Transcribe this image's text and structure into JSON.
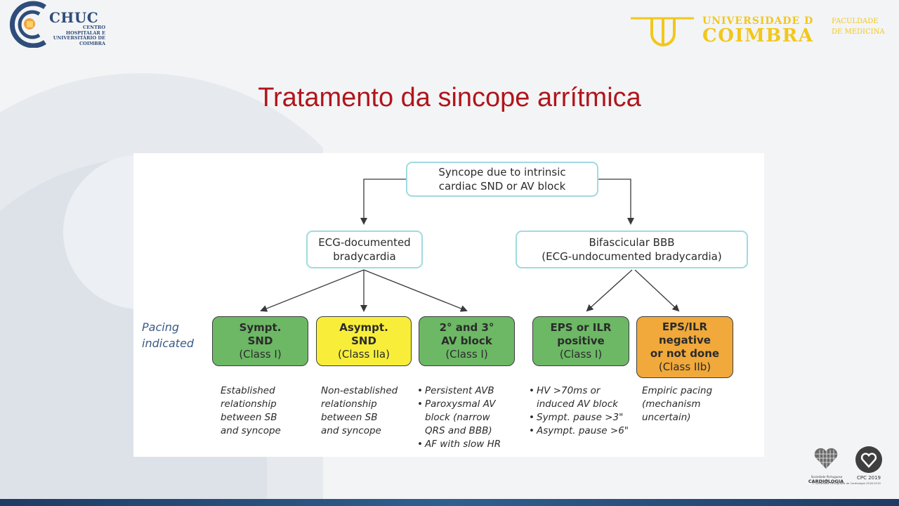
{
  "header": {
    "chuc": {
      "name": "CHUC",
      "sub": "CENTRO HOSPITALAR E UNIVERSITÁRIO DE COIMBRA"
    },
    "uc": {
      "name_line1": "UNIVERSIDADE D",
      "name_line2": "COIMBRA",
      "faculty": "FACULDADE DE MEDICINA"
    }
  },
  "slide": {
    "title": "Tratamento da sincope arrítmica"
  },
  "flowchart": {
    "root": {
      "line1": "Syncope due to intrinsic",
      "line2": "cardiac SND or AV block"
    },
    "branch_left": {
      "line1": "ECG-documented",
      "line2": "bradycardia"
    },
    "branch_right": {
      "line1": "Bifascicular BBB",
      "line2": "(ECG-undocumented bradycardia)"
    },
    "pacing_label": {
      "line1": "Pacing",
      "line2": "indicated"
    },
    "leaves": [
      {
        "line1": "Sympt.",
        "line2": "SND",
        "line3": "(Class I)",
        "color": "#6cb865"
      },
      {
        "line1": "Asympt.",
        "line2": "SND",
        "line3": "(Class IIa)",
        "color": "#f8ee3a"
      },
      {
        "line1": "2° and 3°",
        "line2": "AV block",
        "line3": "(Class I)",
        "color": "#6cb865"
      },
      {
        "line1": "EPS or ILR",
        "line2": "positive",
        "line3": "(Class I)",
        "color": "#6cb865"
      },
      {
        "line1": "EPS/ILR",
        "line2": "negative",
        "line3": "or not done",
        "line4": "(Class IIb)",
        "color": "#f0a93a"
      }
    ],
    "notes": {
      "leaf1": [
        "Established",
        "relationship",
        "between SB",
        "and syncope"
      ],
      "leaf2": [
        "Non-established",
        "relationship",
        "between SB",
        "and syncope"
      ],
      "leaf3": [
        "Persistent AVB",
        "Paroxysmal AV block (narrow QRS and BBB)",
        "AF with slow HR"
      ],
      "leaf4": [
        "HV >70ms or induced AV block",
        "Sympt. pause >3\"",
        "Asympt. pause >6\""
      ],
      "leaf5": [
        "Empiric pacing",
        "(mechanism",
        "uncertain)"
      ]
    }
  },
  "footer": {
    "spc_small": "Sociedade Portuguesa de",
    "spc": "CARDIOLOGIA",
    "cpc": "CPC 2019",
    "copyright": "© Sociedade Portuguesa de Cardiologia 2018-2019"
  },
  "colors": {
    "title": "#b0161b",
    "outline_border": "#9fdbe0",
    "pacing_label": "#3b5b86",
    "uc_gold": "#f2c71a",
    "chuc_blue": "#2f4d7a"
  }
}
